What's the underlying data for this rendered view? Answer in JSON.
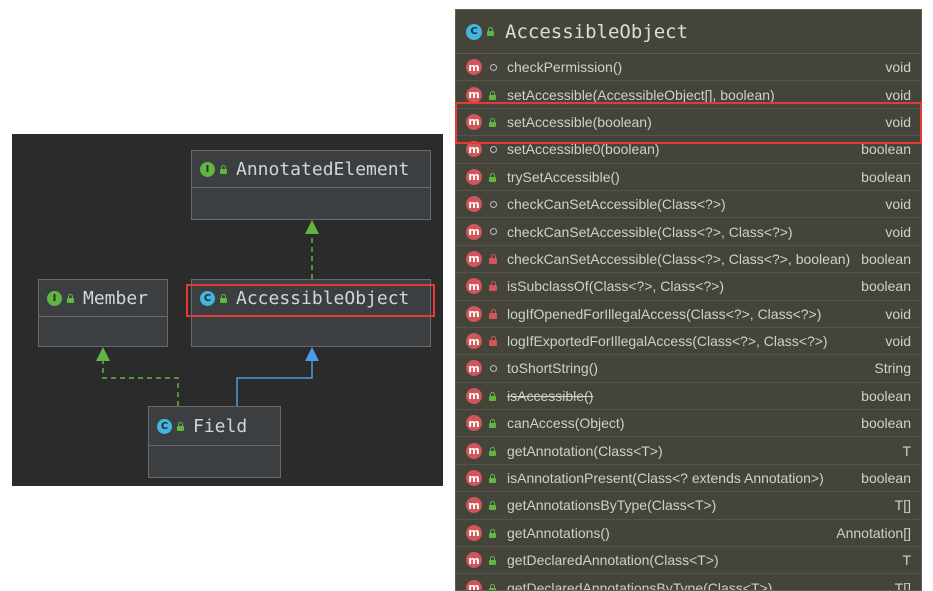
{
  "diagram": {
    "nodes": {
      "annotated_element": {
        "name": "AnnotatedElement",
        "kind": "I"
      },
      "member": {
        "name": "Member",
        "kind": "I"
      },
      "accessible_object": {
        "name": "AccessibleObject",
        "kind": "C"
      },
      "field": {
        "name": "Field",
        "kind": "C"
      }
    },
    "colors": {
      "implements_edge": "#62b543",
      "extends_edge": "#4a9be8",
      "highlight": "#e53935"
    }
  },
  "popup": {
    "class_icon": "C",
    "title": "AccessibleObject",
    "method_icon_letter": "m",
    "methods": [
      {
        "signature": "checkPermission()",
        "return": "void",
        "visibility": "package"
      },
      {
        "signature": "setAccessible(AccessibleObject[], boolean)",
        "return": "void",
        "visibility": "public"
      },
      {
        "signature": "setAccessible(boolean)",
        "return": "void",
        "visibility": "public"
      },
      {
        "signature": "setAccessible0(boolean)",
        "return": "boolean",
        "visibility": "package"
      },
      {
        "signature": "trySetAccessible()",
        "return": "boolean",
        "visibility": "public"
      },
      {
        "signature": "checkCanSetAccessible(Class<?>)",
        "return": "void",
        "visibility": "package"
      },
      {
        "signature": "checkCanSetAccessible(Class<?>, Class<?>)",
        "return": "void",
        "visibility": "package"
      },
      {
        "signature": "checkCanSetAccessible(Class<?>, Class<?>, boolean)",
        "return": "boolean",
        "visibility": "private"
      },
      {
        "signature": "isSubclassOf(Class<?>, Class<?>)",
        "return": "boolean",
        "visibility": "private"
      },
      {
        "signature": "logIfOpenedForIllegalAccess(Class<?>, Class<?>)",
        "return": "void",
        "visibility": "private"
      },
      {
        "signature": "logIfExportedForIllegalAccess(Class<?>, Class<?>)",
        "return": "void",
        "visibility": "private"
      },
      {
        "signature": "toShortString()",
        "return": "String",
        "visibility": "package"
      },
      {
        "signature": "isAccessible()",
        "return": "boolean",
        "visibility": "public",
        "deprecated": true
      },
      {
        "signature": "canAccess(Object)",
        "return": "boolean",
        "visibility": "public"
      },
      {
        "signature": "getAnnotation(Class<T>)",
        "return": "T",
        "visibility": "public"
      },
      {
        "signature": "isAnnotationPresent(Class<? extends Annotation>)",
        "return": "boolean",
        "visibility": "public"
      },
      {
        "signature": "getAnnotationsByType(Class<T>)",
        "return": "T[]",
        "visibility": "public"
      },
      {
        "signature": "getAnnotations()",
        "return": "Annotation[]",
        "visibility": "public"
      },
      {
        "signature": "getDeclaredAnnotation(Class<T>)",
        "return": "T",
        "visibility": "public"
      },
      {
        "signature": "getDeclaredAnnotationsByType(Class<T>)",
        "return": "T[]",
        "visibility": "public"
      }
    ]
  }
}
